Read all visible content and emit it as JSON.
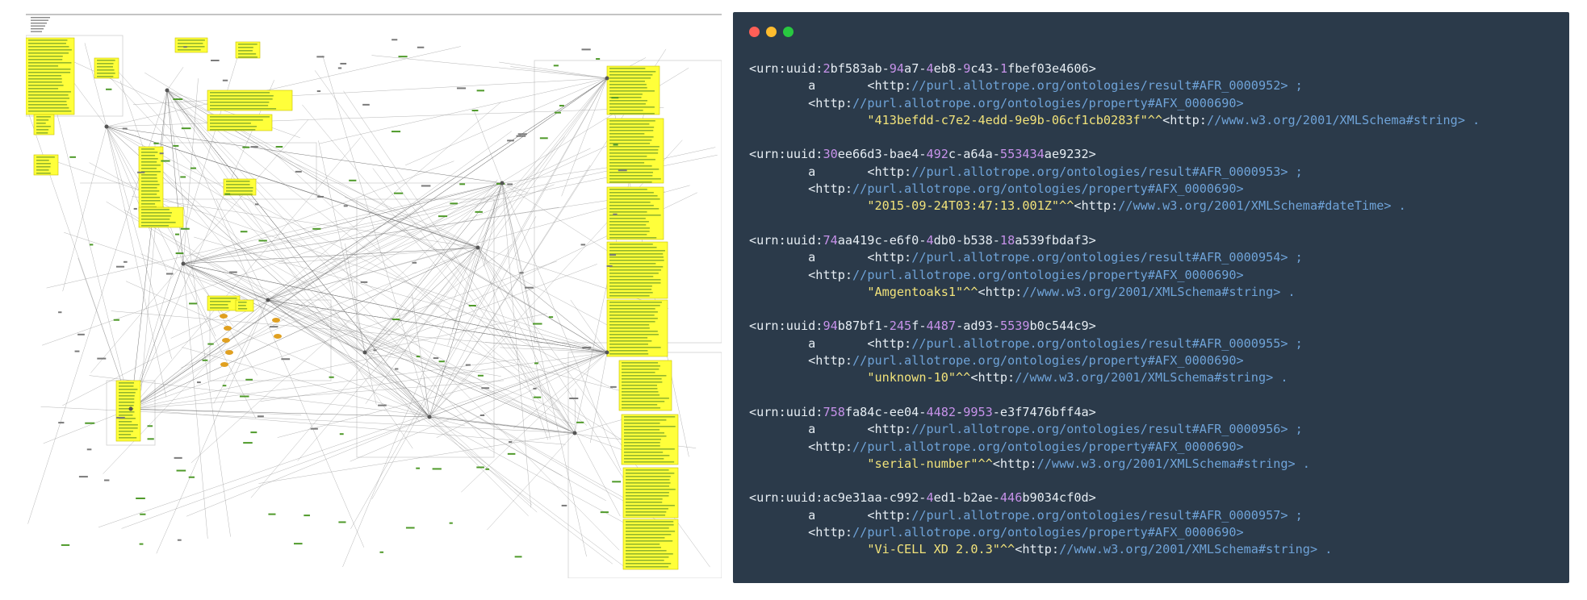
{
  "window": {
    "controls": [
      {
        "name": "close",
        "color": "#ff5f57"
      },
      {
        "name": "minimize",
        "color": "#febc2e"
      },
      {
        "name": "maximize",
        "color": "#28c840"
      }
    ]
  },
  "code": {
    "blocks": [
      {
        "subject_prefix": "<urn:uuid:",
        "subject_parts": [
          "2",
          "bf583ab-",
          "94",
          "a7-",
          "4",
          "eb8-",
          "9",
          "c43-",
          "1",
          "fbef03e4606",
          ">"
        ],
        "type_keyword": "a",
        "type_scheme": "<http:",
        "type_rest": "//purl.allotrope.org/ontologies/result#AFR_0000952> ;",
        "property_scheme": "<http:",
        "property_rest": "//purl.allotrope.org/ontologies/property#AFX_0000690>",
        "literal": "\"413befdd-c7e2-4edd-9e9b-06cf1cb0283f\"^^",
        "datatype_scheme": "<http:",
        "datatype_rest": "//www.w3.org/2001/XMLSchema#string> ."
      },
      {
        "subject_prefix": "<urn:uuid:",
        "subject_parts": [
          "30",
          "ee66d3-bae4-",
          "492",
          "c-a64a-",
          "553434",
          "ae9232",
          ">"
        ],
        "type_keyword": "a",
        "type_scheme": "<http:",
        "type_rest": "//purl.allotrope.org/ontologies/result#AFR_0000953> ;",
        "property_scheme": "<http:",
        "property_rest": "//purl.allotrope.org/ontologies/property#AFX_0000690>",
        "literal": "\"2015-09-24T03:47:13.001Z\"^^",
        "datatype_scheme": "<http:",
        "datatype_rest": "//www.w3.org/2001/XMLSchema#dateTime> ."
      },
      {
        "subject_prefix": "<urn:uuid:",
        "subject_parts": [
          "74",
          "aa419c-e6f0-",
          "4",
          "db0-b538-",
          "18",
          "a539fbdaf3",
          ">"
        ],
        "type_keyword": "a",
        "type_scheme": "<http:",
        "type_rest": "//purl.allotrope.org/ontologies/result#AFR_0000954> ;",
        "property_scheme": "<http:",
        "property_rest": "//purl.allotrope.org/ontologies/property#AFX_0000690>",
        "literal": "\"Amgentoaks1\"^^",
        "datatype_scheme": "<http:",
        "datatype_rest": "//www.w3.org/2001/XMLSchema#string> ."
      },
      {
        "subject_prefix": "<urn:uuid:",
        "subject_parts": [
          "94",
          "b87bf1-",
          "245",
          "f-",
          "4487",
          "-ad93-",
          "5539",
          "b0c544c9",
          ">"
        ],
        "type_keyword": "a",
        "type_scheme": "<http:",
        "type_rest": "//purl.allotrope.org/ontologies/result#AFR_0000955> ;",
        "property_scheme": "<http:",
        "property_rest": "//purl.allotrope.org/ontologies/property#AFX_0000690>",
        "literal": "\"unknown-10\"^^",
        "datatype_scheme": "<http:",
        "datatype_rest": "//www.w3.org/2001/XMLSchema#string> ."
      },
      {
        "subject_prefix": "<urn:uuid:",
        "subject_parts": [
          "758",
          "fa84c-ee04-",
          "4482",
          "-",
          "9953",
          "-e3f7476bff4a",
          ">"
        ],
        "type_keyword": "a",
        "type_scheme": "<http:",
        "type_rest": "//purl.allotrope.org/ontologies/result#AFR_0000956> ;",
        "property_scheme": "<http:",
        "property_rest": "//purl.allotrope.org/ontologies/property#AFX_0000690>",
        "literal": "\"serial-number\"^^",
        "datatype_scheme": "<http:",
        "datatype_rest": "//www.w3.org/2001/XMLSchema#string> ."
      },
      {
        "subject_prefix": "<urn:uuid:",
        "subject_parts": [
          "ac9e31aa-c992-",
          "4",
          "ed1-b2ae-",
          "446",
          "b9034cf0d",
          ">"
        ],
        "type_keyword": "a",
        "type_scheme": "<http:",
        "type_rest": "//purl.allotrope.org/ontologies/result#AFR_0000957> ;",
        "property_scheme": "<http:",
        "property_rest": "//purl.allotrope.org/ontologies/property#AFX_0000690>",
        "literal": "\"Vi-CELL XD 2.0.3\"^^",
        "datatype_scheme": "<http:",
        "datatype_rest": "//www.w3.org/2001/XMLSchema#string> ."
      }
    ]
  },
  "colors": {
    "code_background": "#2b3a4a",
    "uri": "#6fa3d8",
    "number": "#c792ea",
    "literal": "#f1e27a",
    "graph_highlight": "#ffff3a"
  }
}
